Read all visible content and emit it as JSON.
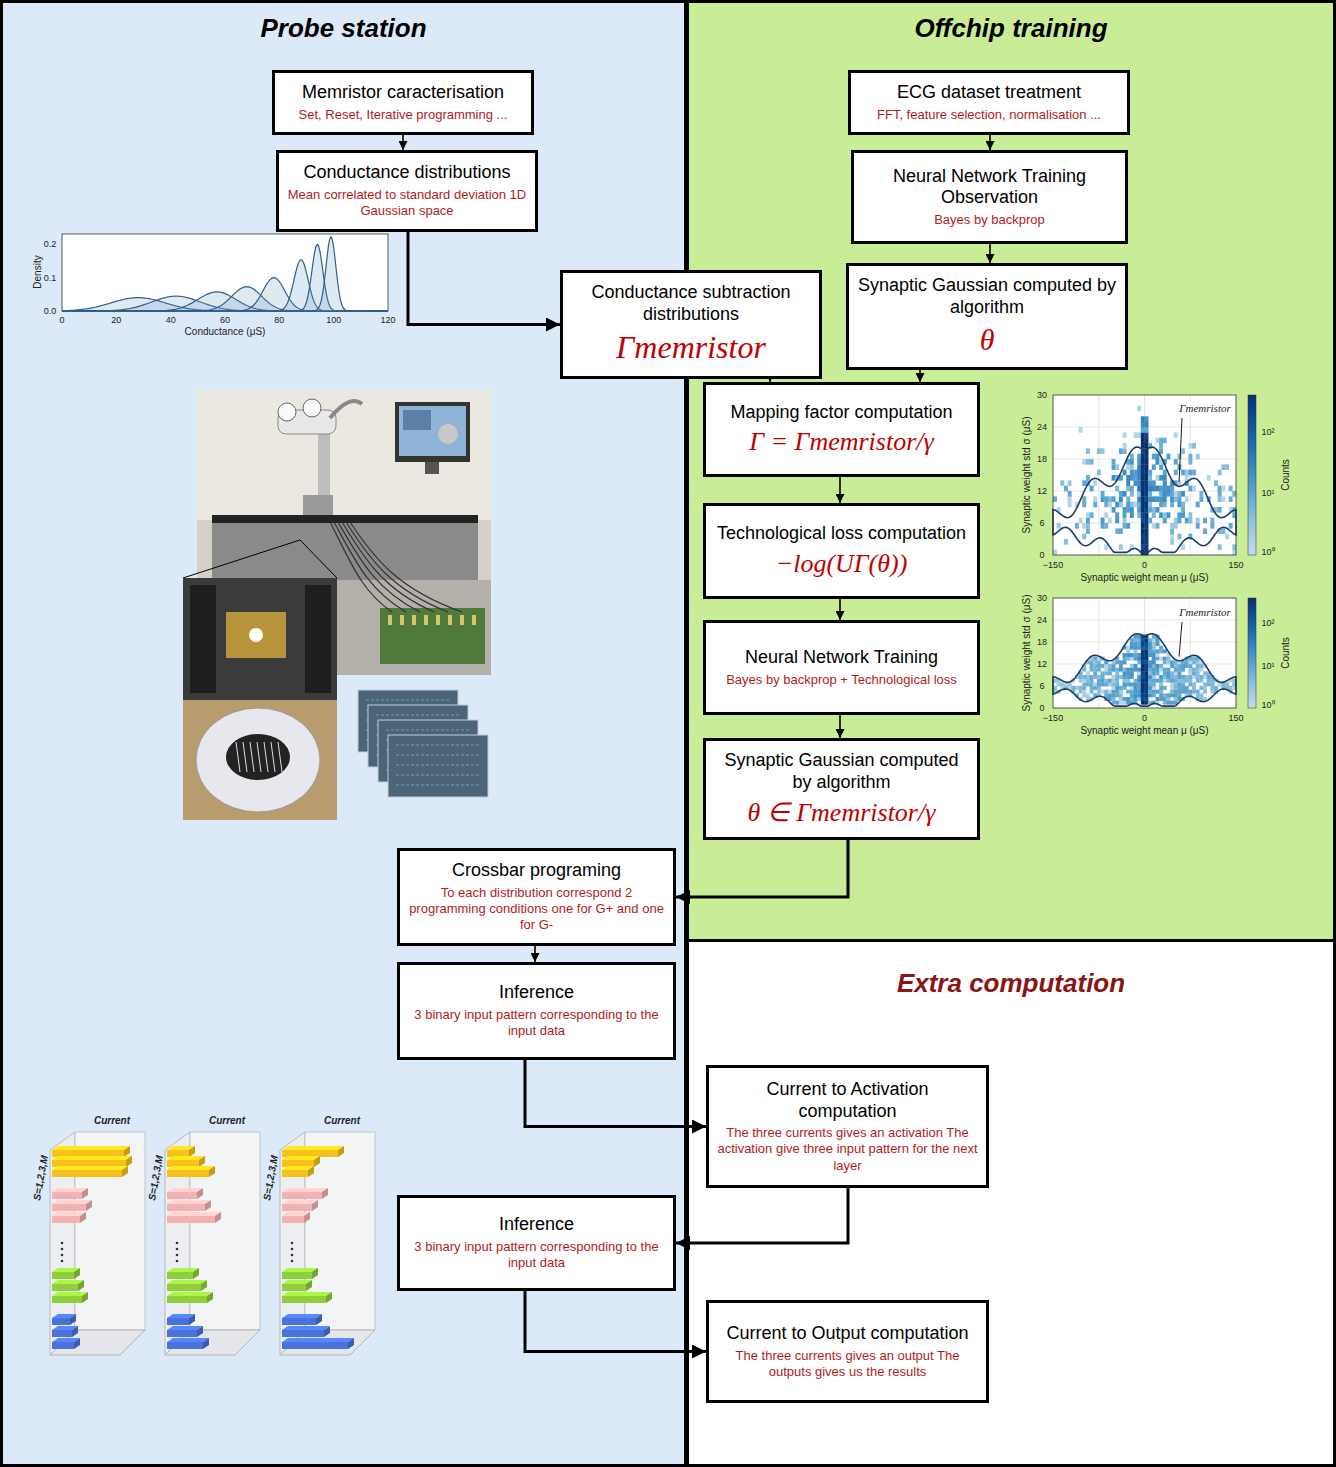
{
  "diagram": {
    "nodes": [
      {
        "text": [
          "Probe station"
        ]
      },
      {
        "text": [
          "Memristor caracterisation",
          "Set, Reset, Iterative programming ..."
        ],
        "in": 0
      },
      {
        "text": [
          "Conductance distributions",
          "Mean correlated to standard deviation 1D Gaussian space"
        ],
        "in": 0
      },
      {
        "text": [
          "Offchip training"
        ]
      },
      {
        "text": [
          "ECG dataset treatment",
          "FFT, feature selection, normalisation ..."
        ],
        "in": 3
      },
      {
        "text": [
          "Neural Network Training Observation",
          "Bayes by backprop"
        ],
        "in": 3
      },
      {
        "text": [
          "Conductance subtraction distributions",
          "Γmemristor"
        ]
      },
      {
        "text": [
          "Synaptic Gaussian computed by algorithm",
          "θ"
        ],
        "in": 3
      },
      {
        "text": [
          "Mapping factor computation",
          "Γ = Γmemristor/γ"
        ],
        "in": 3
      },
      {
        "text": [
          "Technological loss computation",
          "−log(UΓ(θ))"
        ],
        "in": 3
      },
      {
        "text": [
          "Neural Network Training",
          "Bayes by backprop + Technological loss"
        ],
        "in": 3
      },
      {
        "text": [
          "Synaptic Gaussian computed by algorithm",
          "θ ∈ Γmemristor/γ"
        ],
        "in": 3
      },
      {
        "text": [
          "Crossbar programing",
          "To each distribution correspond 2 programming conditions one for G+ and one for G-"
        ],
        "in": 0
      },
      {
        "text": [
          "Inference",
          "3 binary input pattern corresponding to the input data"
        ],
        "in": 0
      },
      {
        "text": [
          "Extra computation"
        ]
      },
      {
        "text": [
          "Current to Activation computation",
          "The three currents gives an activation The activation give three input pattern for the next layer"
        ],
        "in": 14
      },
      {
        "text": [
          "Inference",
          "3 binary input pattern corresponding to the input data"
        ],
        "in": 0
      },
      {
        "text": [
          "Current to Output computation",
          "The three currents gives an output The outputs gives us the results"
        ],
        "in": 14
      }
    ],
    "edges": [
      {
        "from": 1,
        "to": 2,
        "arrow": "to"
      },
      {
        "from": 2,
        "to": 6,
        "arrow": "to"
      },
      {
        "from": 4,
        "to": 5,
        "arrow": "to"
      },
      {
        "from": 5,
        "to": 7,
        "arrow": "to"
      },
      {
        "from": 6,
        "to": 8,
        "arrow": "to"
      },
      {
        "from": 7,
        "to": 8,
        "arrow": "to"
      },
      {
        "from": 8,
        "to": 9,
        "arrow": "to"
      },
      {
        "from": 9,
        "to": 10,
        "arrow": "to"
      },
      {
        "from": 10,
        "to": 11,
        "arrow": "to"
      },
      {
        "from": 11,
        "to": 12,
        "arrow": "to"
      },
      {
        "from": 12,
        "to": 13,
        "arrow": "to"
      },
      {
        "from": 13,
        "to": 15,
        "arrow": "to"
      },
      {
        "from": 15,
        "to": 16,
        "arrow": "to"
      },
      {
        "from": 16,
        "to": 17,
        "arrow": "to"
      }
    ],
    "labels": [
      "Density",
      "0.2",
      "0.1",
      "0.0",
      "0",
      "20",
      "40",
      "60",
      "80",
      "100",
      "120",
      "Conductance (μS)",
      "Synaptic weight std σ (μS)",
      "30",
      "24",
      "18",
      "12",
      "6",
      "0",
      "−150",
      "0",
      "150",
      "Synaptic weight mean μ (μS)",
      "Γmemristor",
      "10²",
      "10¹",
      "10⁰",
      "Counts",
      "Synaptic weight std σ (μS)",
      "30",
      "24",
      "18",
      "12",
      "6",
      "0",
      "−150",
      "0",
      "150",
      "Synaptic weight mean μ (μS)",
      "Γmemristor",
      "10²",
      "10¹",
      "10⁰",
      "Counts",
      "S=1,2,3,M",
      "Current",
      "S=1,2,3,M",
      "Current",
      "S=1,2,3,M",
      "Current"
    ]
  }
}
